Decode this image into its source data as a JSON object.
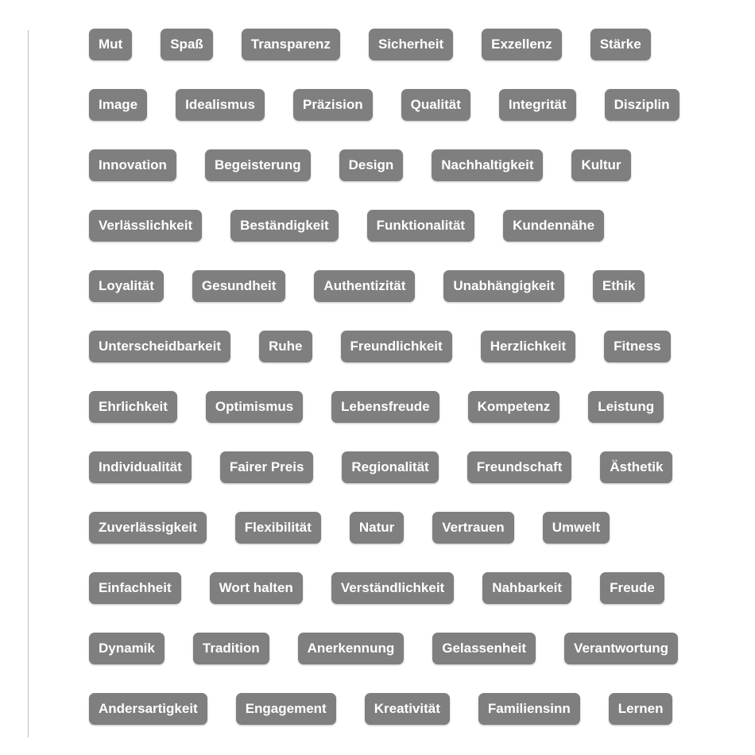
{
  "tag_rows": [
    [
      "Mut",
      "Spaß",
      "Transparenz",
      "Sicherheit",
      "Exzellenz",
      "Stärke"
    ],
    [
      "Image",
      "Idealismus",
      "Präzision",
      "Qualität",
      "Integrität",
      "Disziplin"
    ],
    [
      "Innovation",
      "Begeisterung",
      "Design",
      "Nachhaltigkeit",
      "Kultur"
    ],
    [
      "Verlässlichkeit",
      "Beständigkeit",
      "Funktionalität",
      "Kundennähe"
    ],
    [
      "Loyalität",
      "Gesundheit",
      "Authentizität",
      "Unabhängigkeit",
      "Ethik"
    ],
    [
      "Unterscheidbarkeit",
      "Ruhe",
      "Freundlichkeit",
      "Herzlichkeit",
      "Fitness"
    ],
    [
      "Ehrlichkeit",
      "Optimismus",
      "Lebensfreude",
      "Kompetenz",
      "Leistung"
    ],
    [
      "Individualität",
      "Fairer Preis",
      "Regionalität",
      "Freundschaft",
      "Ästhetik"
    ],
    [
      "Zuverlässigkeit",
      "Flexibilität",
      "Natur",
      "Vertrauen",
      "Umwelt"
    ],
    [
      "Einfachheit",
      "Wort halten",
      "Verständlichkeit",
      "Nahbarkeit",
      "Freude"
    ],
    [
      "Dynamik",
      "Tradition",
      "Anerkennung",
      "Gelassenheit",
      "Verantwortung"
    ],
    [
      "Andersartigkeit",
      "Engagement",
      "Kreativität",
      "Familiensinn",
      "Lernen"
    ]
  ],
  "colors": {
    "tag_background": "#7f7f7f",
    "tag_text": "#ffffff",
    "rule": "#bdbdbd"
  }
}
